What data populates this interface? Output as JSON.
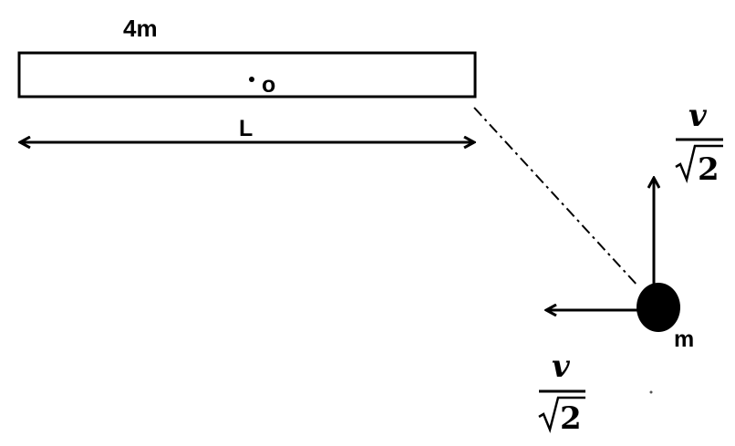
{
  "diagram": {
    "rod": {
      "mass_label": "4m",
      "center_label": "o",
      "length_label": "L"
    },
    "particle": {
      "mass_label": "m"
    },
    "velocity_up": {
      "numerator": "v",
      "denominator": "2"
    },
    "velocity_left": {
      "numerator": "v",
      "denominator": "2"
    }
  }
}
